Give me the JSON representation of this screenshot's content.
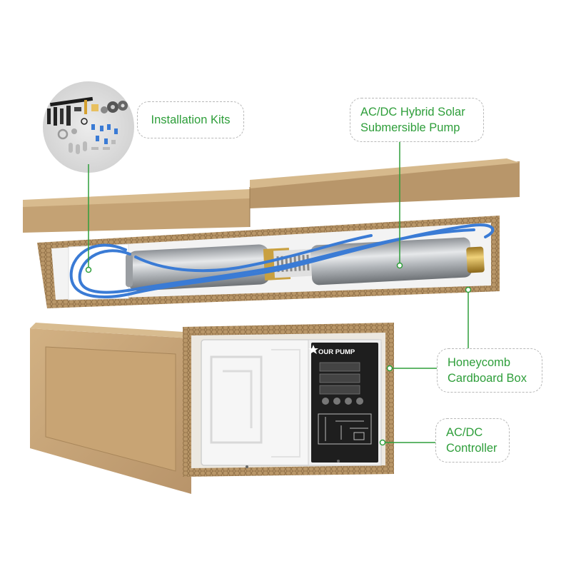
{
  "callouts": {
    "installation_kits": {
      "label": "Installation Kits"
    },
    "pump": {
      "line1": "AC/DC Hybrid Solar",
      "line2": "Submersible Pump"
    },
    "box": {
      "line1": "Honeycomb",
      "line2": "Cardboard Box"
    },
    "controller": {
      "line1": "AC/DC",
      "line2": "Controller"
    }
  },
  "controller_panel": {
    "brand": "OUR PUMP"
  },
  "colors": {
    "callout_text": "#2e9e3a",
    "leader_line": "#2e9e3a",
    "cardboard": "#c9a77a",
    "cardboard_dark": "#a8865a",
    "cable": "#3a7bd5",
    "steel": "#b8bcc0",
    "brass": "#c9a040",
    "controller_body": "#f4f4f4",
    "display_panel": "#1e1e1e"
  }
}
